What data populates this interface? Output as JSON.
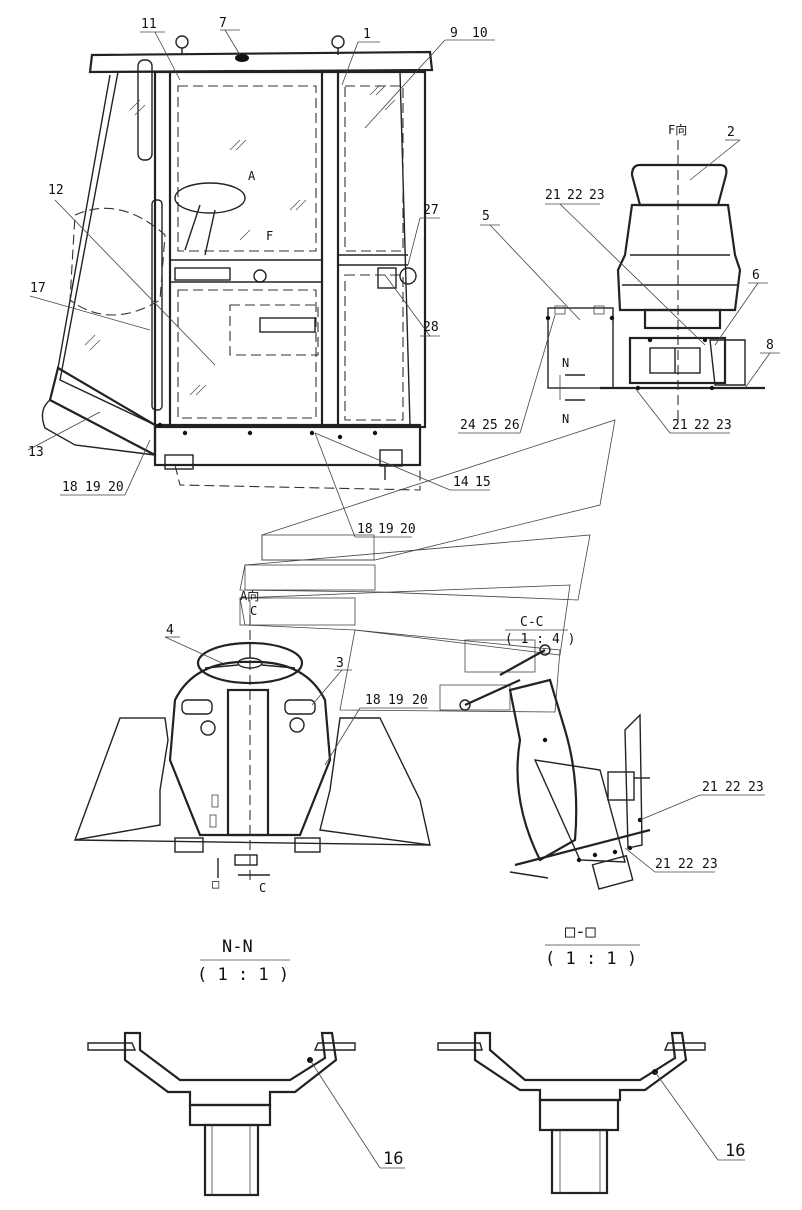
{
  "part_numbers": {
    "p1": "1",
    "p2": "2",
    "p3": "3",
    "p4": "4",
    "p5": "5",
    "p6": "6",
    "p7": "7",
    "p8": "8",
    "p9": "9",
    "p10": "10",
    "p11": "11",
    "p12": "12",
    "p13": "13",
    "p14": "14",
    "p15": "15",
    "p16a": "16",
    "p16b": "16",
    "p17": "17",
    "p18": "18",
    "p19": "19",
    "p20": "20",
    "p18b": "18",
    "p19b": "19",
    "p20b": "20",
    "p18c": "18",
    "p19c": "19",
    "p20c": "20",
    "p21a": "21",
    "p22a": "22",
    "p23a": "23",
    "p21b": "21",
    "p22b": "22",
    "p23b": "23",
    "p21c": "21",
    "p22c": "22",
    "p23c": "23",
    "p21d": "21",
    "p22d": "22",
    "p23d": "23",
    "p24": "24",
    "p25": "25",
    "p26": "26",
    "p27": "27",
    "p28": "28"
  },
  "view_marks": {
    "a": "A",
    "f": "F",
    "f_dir": "F向",
    "a_dir": "A向",
    "c_top": "C",
    "c_bottom": "C",
    "n_top": "N",
    "n_bottom": "N",
    "box_top": "□",
    "box_bottom": "□"
  },
  "sections": {
    "cc_title": "C-C",
    "cc_scale": "( 1 : 4 )",
    "nn_title": "N-N",
    "nn_scale": "( 1 : 1 )",
    "dd_title": "□-□",
    "dd_scale": "( 1 : 1 )"
  }
}
